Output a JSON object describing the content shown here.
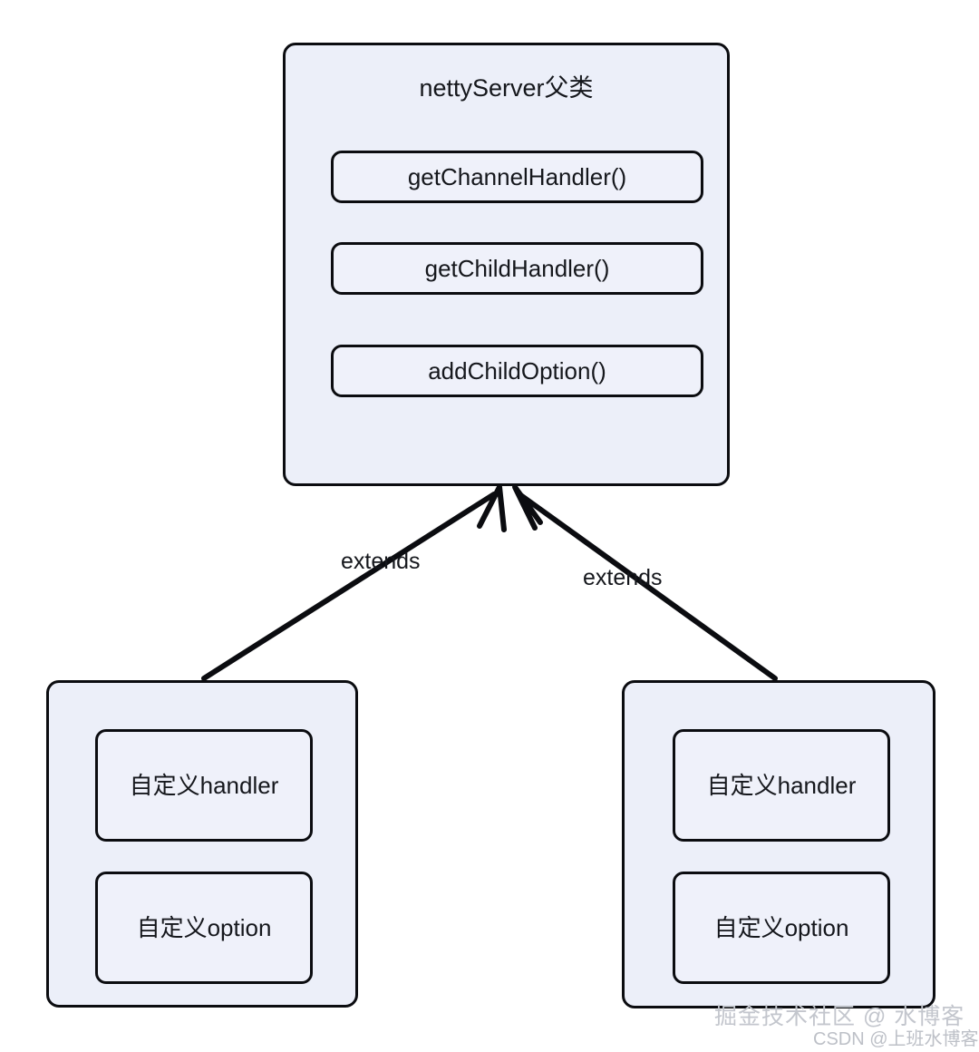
{
  "diagram": {
    "type": "class-inheritance",
    "parent": {
      "title": "nettyServer父类",
      "members": [
        "getChannelHandler()",
        "getChildHandler()",
        "addChildOption()"
      ]
    },
    "children": [
      {
        "id": "child-left",
        "members": [
          "自定义handler",
          "自定义option"
        ]
      },
      {
        "id": "child-right",
        "members": [
          "自定义handler",
          "自定义option"
        ]
      }
    ],
    "edges": [
      {
        "from": "child-left",
        "to": "parent",
        "label": "extends"
      },
      {
        "from": "child-right",
        "to": "parent",
        "label": "extends"
      }
    ],
    "colors": {
      "node_fill": "#ECEFF9",
      "member_fill": "#EFF1FA",
      "stroke": "#0b0c10",
      "text": "#15171c",
      "background": "#ffffff",
      "watermark": "#bfc2c9"
    }
  },
  "watermarks": {
    "juejin": "掘金技术社区 @ 水博客",
    "csdn": "CSDN @上班水博客"
  }
}
